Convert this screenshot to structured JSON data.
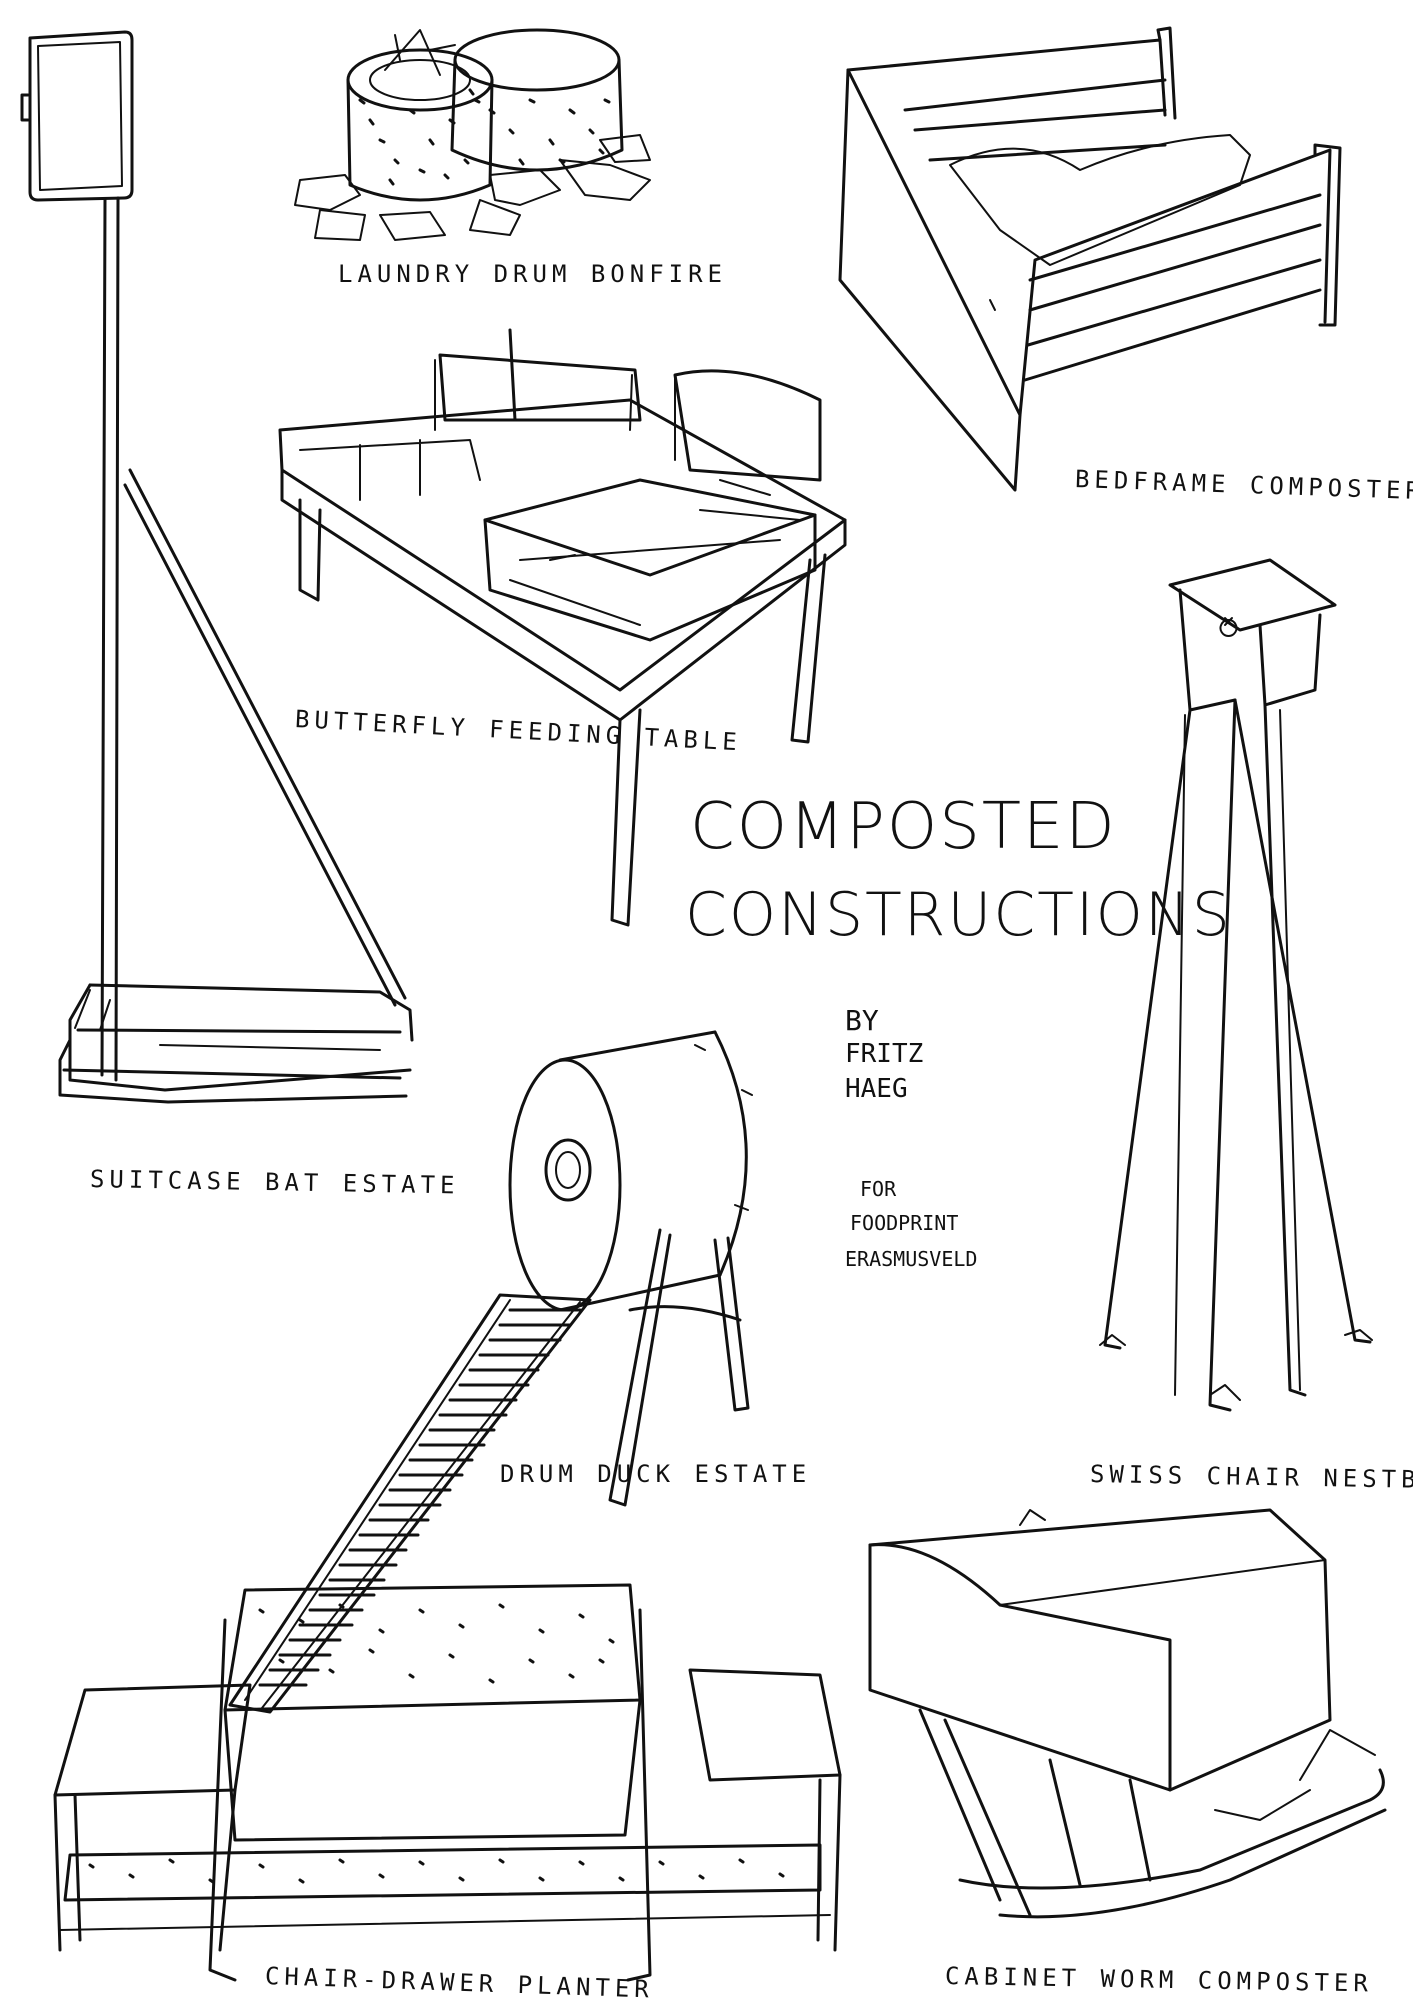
{
  "title": {
    "line1": "COMPOSTED",
    "line2": "CONSTRUCTIONS"
  },
  "credit": {
    "by": "BY",
    "name1": "FRITZ",
    "name2": "HAEG",
    "for": "FOR",
    "project1": "FOODPRINT",
    "project2": "ERASMUSVELD"
  },
  "captions": {
    "laundry_drum_bonfire": "LAUNDRY DRUM BONFIRE",
    "bedframe_composter": "BEDFRAME COMPOSTER",
    "butterfly_feeding_table": "BUTTERFLY FEEDING TABLE",
    "suitcase_bat_estate": "SUITCASE BAT ESTATE",
    "drum_duck_estate": "DRUM DUCK ESTATE",
    "swiss_chair_nestbox": "SWISS CHAIR NESTBOX",
    "chair_drawer_planter": "CHAIR-DRAWER PLANTER",
    "cabinet_worm_composter": "CABINET WORM COMPOSTER"
  }
}
